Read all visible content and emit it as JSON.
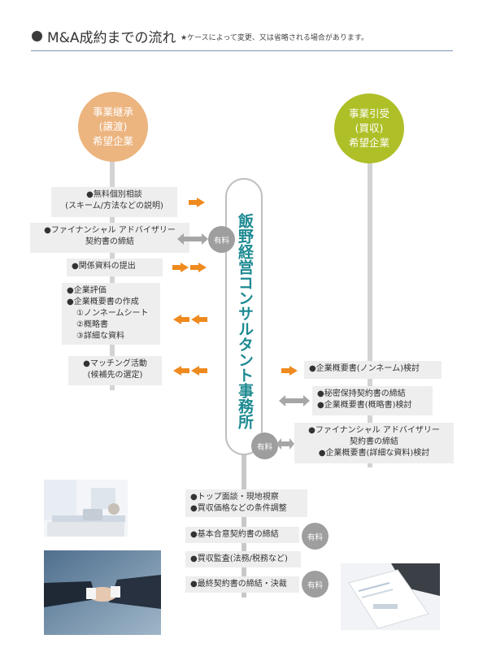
{
  "header": {
    "title": "M&A成約までの流れ",
    "note": "★ケースによって変更、又は省略される場合があります。"
  },
  "seller": {
    "line1": "事業継承",
    "line2": "(譲渡)",
    "line3": "希望企業"
  },
  "buyer": {
    "line1": "事業引受",
    "line2": "(買収)",
    "line3": "希望企業"
  },
  "firm": {
    "name": "飯野経営コンサルタント事務所"
  },
  "fee_label": "有料",
  "seller_steps": {
    "s1": [
      "●無料個別相談",
      "(スキーム/方法などの説明)"
    ],
    "s2": [
      "●ファイナンシャル アドバイザリー",
      "契約書の締結"
    ],
    "s3": [
      "●関係資料の提出"
    ],
    "s4": [
      "●企業評価",
      "●企業概要書の作成",
      "①ノンネームシート",
      "②概略書",
      "③詳細な資料"
    ],
    "s5": [
      "●マッチング活動",
      "(候補先の選定)"
    ]
  },
  "buyer_steps": {
    "b1": [
      "●企業概要書(ノンネーム)検討"
    ],
    "b2": [
      "●秘密保持契約書の締結",
      "●企業概要書(概略書)検討"
    ],
    "b3": [
      "●ファイナンシャル アドバイザリー",
      "契約書の締結",
      "●企業概要書(詳細な資料)検討"
    ]
  },
  "joint_steps": {
    "j1": [
      "●トップ面談・現地視察",
      "●買収価格などの条件調整"
    ],
    "j2": "●基本合意契約書の締結",
    "j3": "●買収監査(法務/税務など)",
    "j4": "●最終契約書の締結・決裁"
  },
  "colors": {
    "orange_arrow": "#ef8a1e",
    "gray_arrow": "#a6a6a6",
    "firm_text": "#1d8a92",
    "seller_circle": "#ecb47f",
    "buyer_circle": "#afbf27"
  }
}
